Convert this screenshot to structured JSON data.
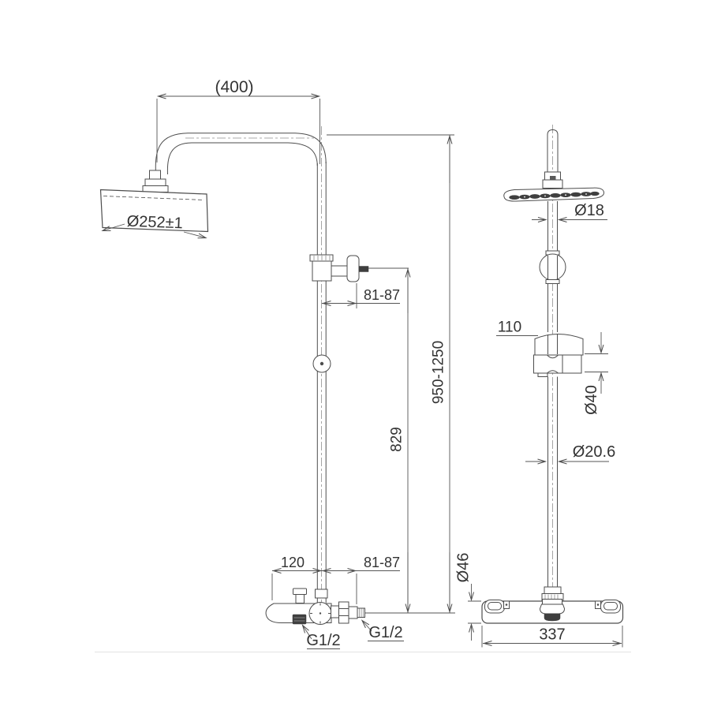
{
  "drawing": {
    "background": "#ffffff",
    "line_color": "#4d4d4d",
    "text_color": "#333333",
    "subject": "shower-column-dimension-drawing"
  },
  "front_view": {
    "dims": {
      "arm_reach": "(400)",
      "head_diameter": "Ø252±1",
      "upper_bracket_depth": "81-87",
      "height_range": "950-1250",
      "bracket_to_valve": "829",
      "spout_length": "120",
      "valve_depth": "81-87",
      "spout_thread": "G1/2",
      "inlet_thread": "G1/2"
    }
  },
  "side_view": {
    "dims": {
      "arm_diameter": "Ø18",
      "slide_bracket_width": "110",
      "slide_bracket_diameter": "Ø40",
      "column_diameter": "Ø20.6",
      "valve_body_diameter": "Ø46",
      "valve_length": "337"
    }
  }
}
